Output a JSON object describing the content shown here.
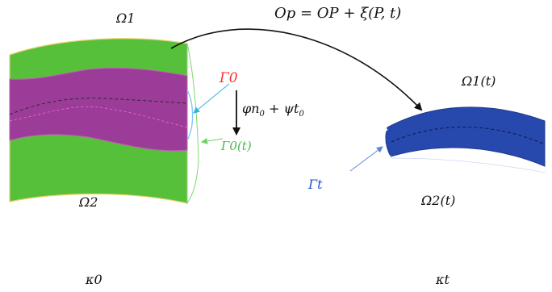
{
  "formula": {
    "top": "Op = OP + ξ(P, t)",
    "pre_normal": "φn",
    "sub_normal": "0",
    "mid": " + ψt",
    "sub_tangent": "0"
  },
  "labels": {
    "omega1_ref": "Ω1",
    "omega2_ref": "Ω2",
    "gamma0": "Γ0",
    "gamma0t": "Γ0(t)",
    "omega1_t": "Ω1(t)",
    "omega2_t": "Ω2(t)",
    "gamma_t": "Γt",
    "kappa0": "κ0",
    "kappat": "κt"
  },
  "colors": {
    "green": "#57c03a",
    "magenta": "#9b3d98",
    "blue": "#2748ad",
    "cyan": "#35b3dc",
    "light_green": "#6fd06a",
    "light_blue": "#5b86d8",
    "gamma_t_text": "#2255cc",
    "ink": "#111111"
  }
}
